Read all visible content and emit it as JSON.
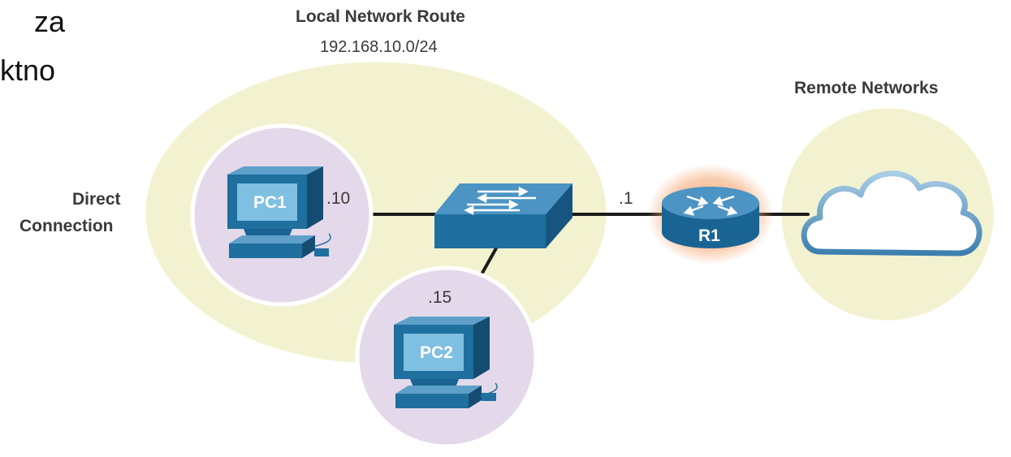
{
  "fragments": {
    "line1": "za",
    "line2": "ktno"
  },
  "local_network": {
    "title": "Local Network Route",
    "subnet": "192.168.10.0/24"
  },
  "remote_networks": {
    "title": "Remote Networks"
  },
  "direct_connection": {
    "line1": "Direct",
    "line2": "Connection"
  },
  "devices": {
    "pc1": {
      "label": "PC1",
      "host": ".10"
    },
    "pc2": {
      "label": "PC2",
      "host": ".15"
    },
    "router": {
      "label": "R1",
      "interface": ".1"
    }
  },
  "colors": {
    "local_zone": "#f3f2d0",
    "pc_circle": "#e4d9ea",
    "device_blue": "#1f6f9f",
    "cable": "#1a1a1a",
    "router_glow": "#f3a36b"
  }
}
